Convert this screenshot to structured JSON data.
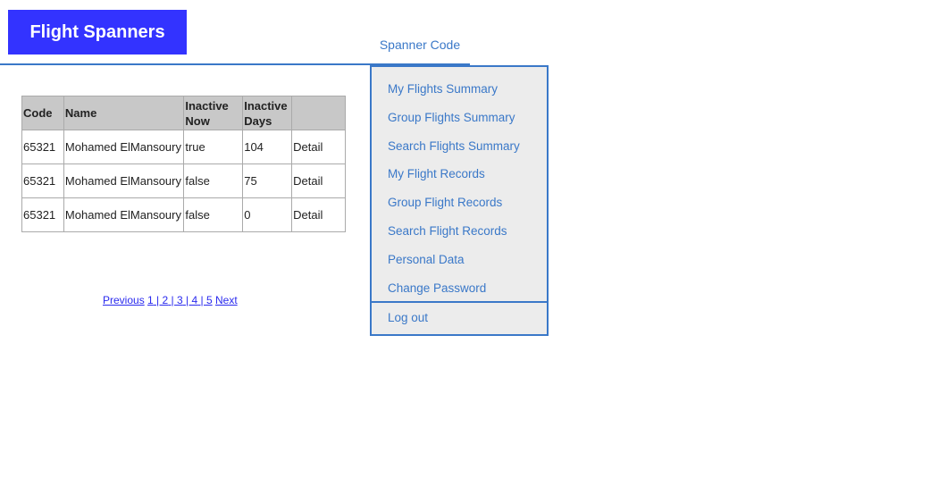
{
  "header": {
    "brand": "Flight Spanners"
  },
  "account": {
    "toggle_label": "Spanner Code",
    "menu_items": [
      "My Flights Summary",
      "Group Flights Summary",
      "Search Flights Summary",
      "My Flight Records",
      "Group Flight Records",
      "Search Flight Records",
      "Personal Data",
      "Change Password"
    ],
    "logout_label": "Log out"
  },
  "table": {
    "headers": [
      "Code",
      "Name",
      "Inactive Now",
      "Inactive Days",
      ""
    ],
    "rows": [
      {
        "code": "65321",
        "name": "Mohamed ElMansoury",
        "inactive_now": "true",
        "inactive_days": "104",
        "action": "Detail"
      },
      {
        "code": "65321",
        "name": "Mohamed ElMansoury",
        "inactive_now": "false",
        "inactive_days": "75",
        "action": "Detail"
      },
      {
        "code": "65321",
        "name": "Mohamed ElMansoury",
        "inactive_now": "false",
        "inactive_days": "0",
        "action": "Detail"
      }
    ]
  },
  "pagination": {
    "previous": "Previous",
    "pages": [
      "1",
      "2",
      "3",
      "4",
      "5"
    ],
    "separator": " | ",
    "next": "Next"
  },
  "colors": {
    "brand_bg": "#3333ff",
    "accent": "#3a78c8",
    "menu_bg": "#ececec",
    "table_header_bg": "#c8c8c8",
    "link": "#2a2aee"
  }
}
